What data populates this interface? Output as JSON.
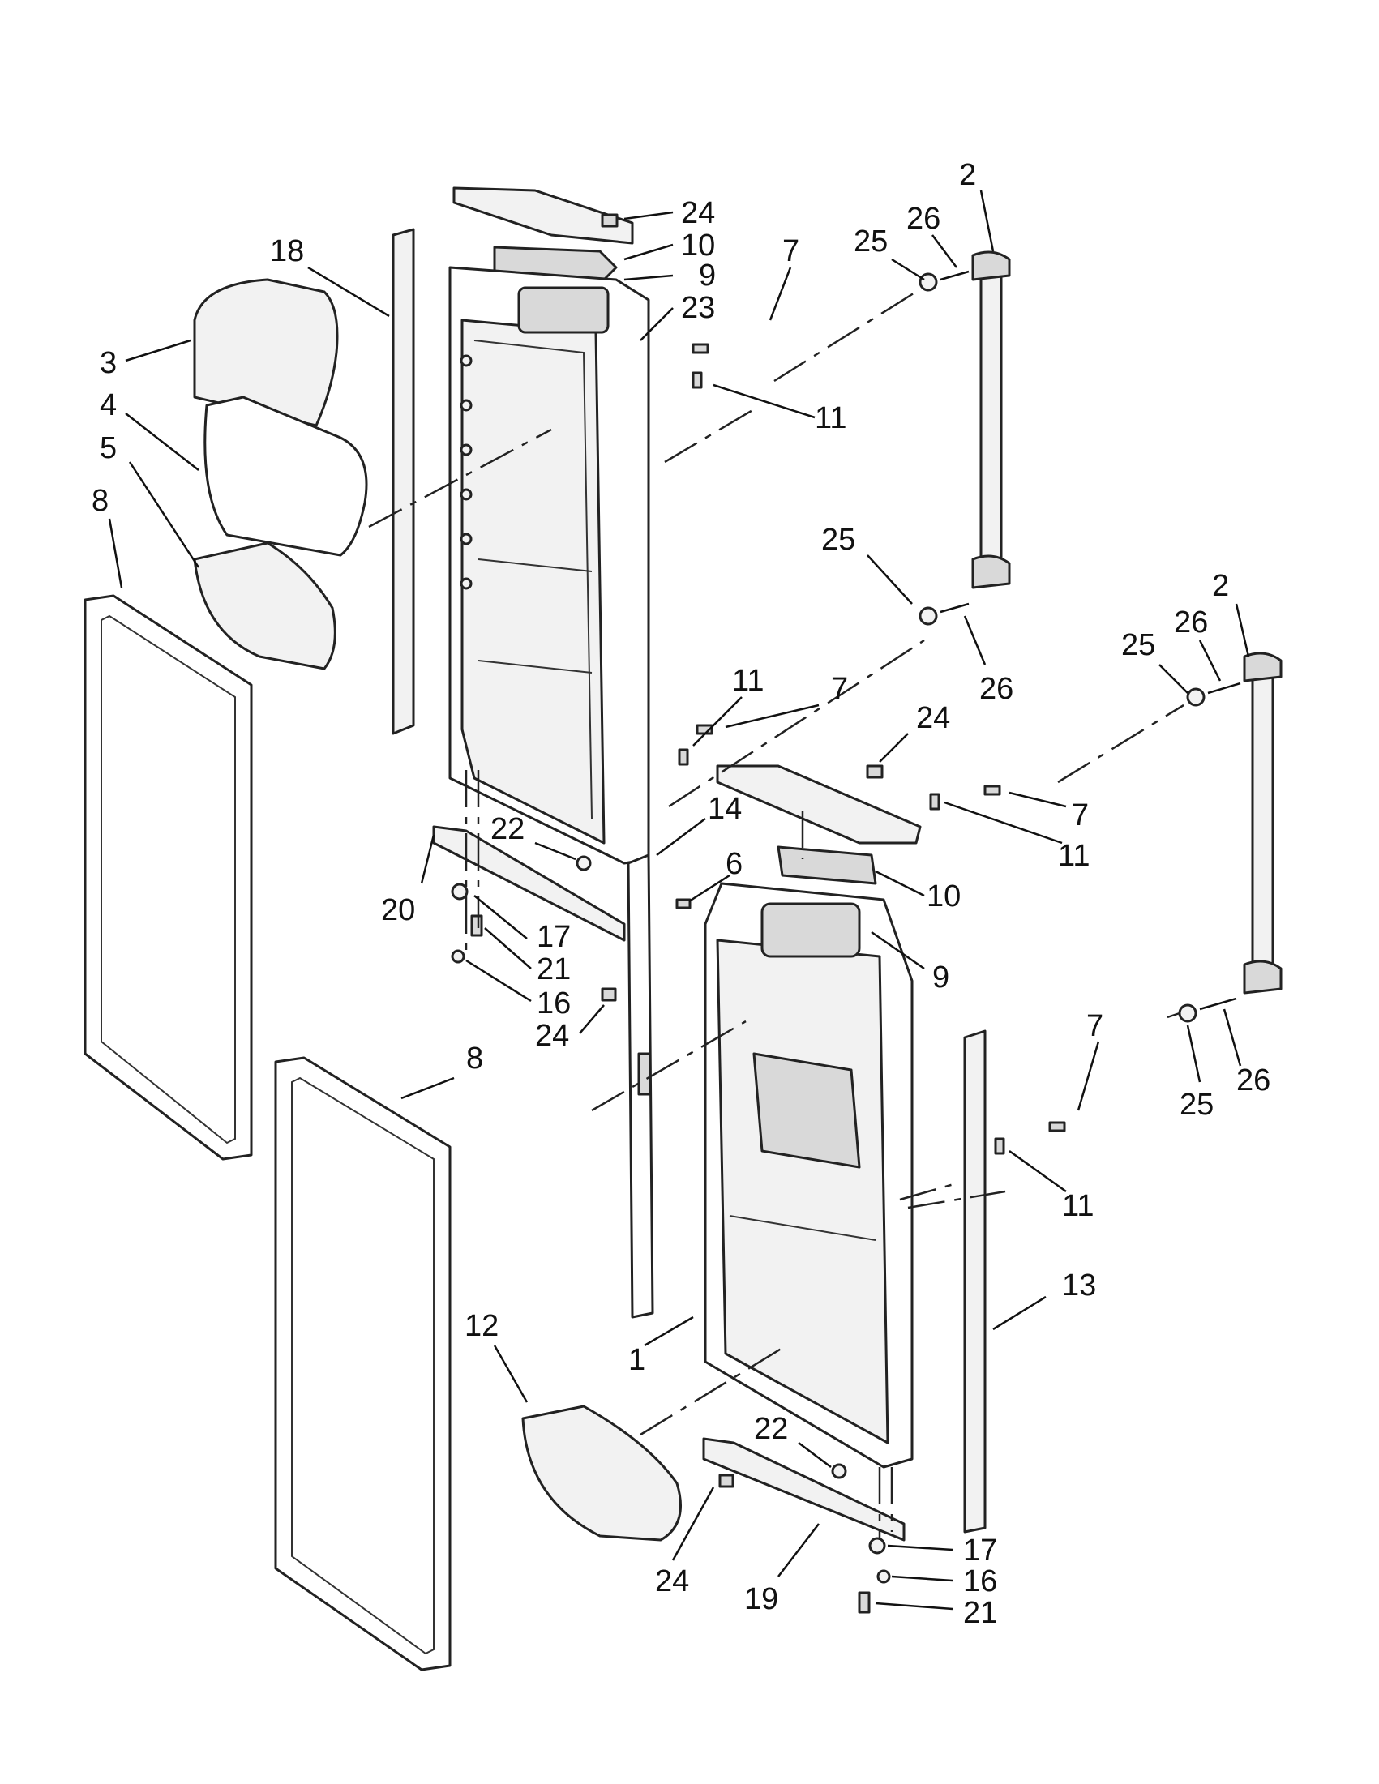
{
  "callouts": [
    {
      "text": "2"
    },
    {
      "text": "26"
    },
    {
      "text": "25"
    },
    {
      "text": "24"
    },
    {
      "text": "10"
    },
    {
      "text": "9"
    },
    {
      "text": "23"
    },
    {
      "text": "7"
    },
    {
      "text": "18"
    },
    {
      "text": "3"
    },
    {
      "text": "4"
    },
    {
      "text": "5"
    },
    {
      "text": "11"
    },
    {
      "text": "8"
    },
    {
      "text": "25"
    },
    {
      "text": "26"
    },
    {
      "text": "2"
    },
    {
      "text": "26"
    },
    {
      "text": "25"
    },
    {
      "text": "11"
    },
    {
      "text": "7"
    },
    {
      "text": "24"
    },
    {
      "text": "7"
    },
    {
      "text": "11"
    },
    {
      "text": "22"
    },
    {
      "text": "14"
    },
    {
      "text": "6"
    },
    {
      "text": "10"
    },
    {
      "text": "20"
    },
    {
      "text": "17"
    },
    {
      "text": "21"
    },
    {
      "text": "9"
    },
    {
      "text": "16"
    },
    {
      "text": "24"
    },
    {
      "text": "8"
    },
    {
      "text": "7"
    },
    {
      "text": "26"
    },
    {
      "text": "25"
    },
    {
      "text": "11"
    },
    {
      "text": "13"
    },
    {
      "text": "12"
    },
    {
      "text": "1"
    },
    {
      "text": "22"
    },
    {
      "text": "17"
    },
    {
      "text": "16"
    },
    {
      "text": "24"
    },
    {
      "text": "19"
    },
    {
      "text": "21"
    }
  ]
}
